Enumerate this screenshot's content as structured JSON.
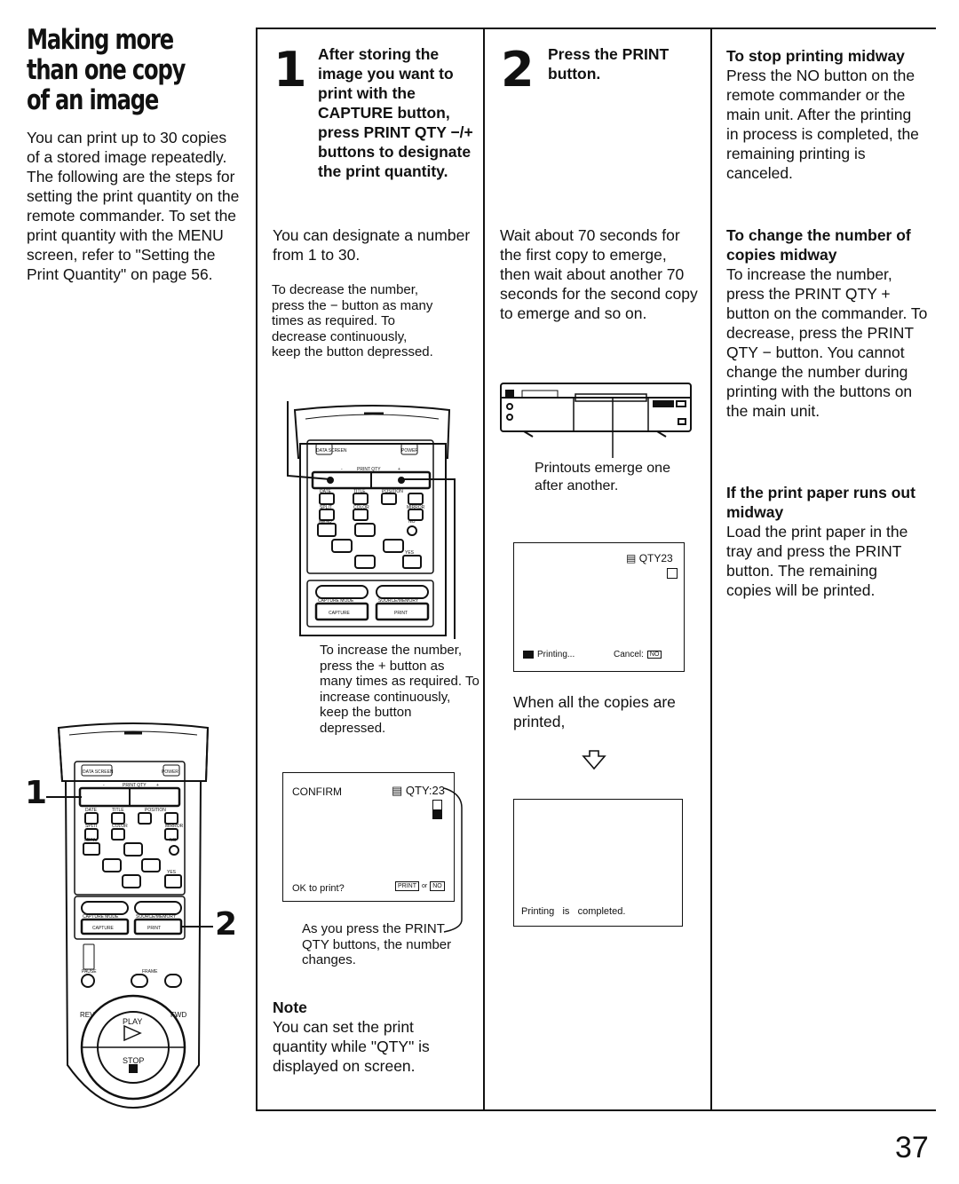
{
  "page": {
    "number": "37"
  },
  "left": {
    "title": "Making more than one copy of an image",
    "body": "You can print up to 30 copies of a stored image repeatedly.\nThe following are the steps for setting the print quantity on the remote commander. To set the print quantity with the MENU screen, refer to \"Setting the Print Quantity\" on page 56.",
    "callout_1": "1",
    "callout_2": "2"
  },
  "remote": {
    "display_screen": "DATA SCREEN",
    "power": "POWER",
    "print_qty": "PRINT QTY",
    "minus": "-",
    "plus": "+",
    "date": "DATE",
    "title": "TITLE",
    "position": "POSITION",
    "split": "SPLIT",
    "color": "COLOR",
    "mirror": "MIRROR",
    "menu": "MENU",
    "no": "NO",
    "yes": "YES",
    "capture_mode": "CAPTURE MODE",
    "source_memory": "SOURCE/MEMORY",
    "capture": "CAPTURE",
    "print": "PRINT",
    "erase": "ERASE",
    "pause": "PAUSE",
    "frame": "FRAME",
    "rev": "REV",
    "fwd": "FWD",
    "play": "PLAY",
    "stop": "STOP"
  },
  "step1": {
    "number": "1",
    "heading": "After storing the image you want to print with the CAPTURE button, press PRINT QTY −/+ buttons to designate the print quantity.",
    "body": "You can designate a number from 1 to 30.",
    "decrease_note": "To decrease the number, press the − button as many times as required. To decrease continuously, keep the button depressed.",
    "increase_note": "To increase the number, press the + button as many times as required. To increase continuously, keep the button depressed.",
    "screen_confirm": "CONFIRM",
    "screen_qty": "QTY:",
    "screen_qty_value": "23",
    "screen_ok": "OK to print?",
    "screen_print_key": "PRINT",
    "screen_or": "or",
    "screen_no_key": "NO",
    "press_note": "As you press the PRINT QTY buttons, the number changes.",
    "note_heading": "Note",
    "note_body": "You can set the print quantity while \"QTY\" is displayed on screen."
  },
  "step2": {
    "number": "2",
    "heading": "Press the PRINT button.",
    "body": "Wait about 70 seconds for the first copy to emerge, then wait about another 70 seconds for the second copy to emerge and so on.",
    "printer_caption": "Printouts emerge one after another.",
    "screen_qty": "QTY",
    "screen_qty_value": "23",
    "screen_printing": "Printing...",
    "screen_cancel": "Cancel:",
    "screen_no_key": "NO",
    "when_done": "When all the copies are printed,",
    "screen_completed": "Printing   is   completed."
  },
  "right": {
    "stop_heading": "To stop printing midway",
    "stop_body": "Press the NO button on the remote commander or the main unit. After the printing in process is completed, the remaining printing is canceled.",
    "change_heading": "To change the number of copies midway",
    "change_body": "To increase the number, press the PRINT QTY + button on the commander. To decrease, press the PRINT QTY − button. You cannot change the number during printing with the buttons on the main unit.",
    "paper_heading": "If the print paper runs out midway",
    "paper_body": "Load the print paper in the tray and press the PRINT button. The remaining copies will be printed."
  }
}
